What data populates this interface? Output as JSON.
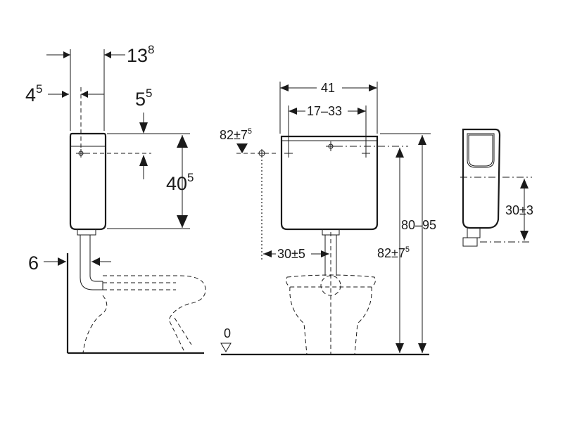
{
  "side_view": {
    "dim_width": {
      "base": "13",
      "sup": "8"
    },
    "dim_wall_offset": {
      "base": "4",
      "sup": "5"
    },
    "dim_inlet": {
      "base": "5",
      "sup": "5"
    },
    "dim_height": {
      "base": "40",
      "sup": "5"
    },
    "dim_pipe": "6"
  },
  "front_view": {
    "dim_width": "41",
    "dim_bracket": "17–33",
    "dim_inlet_height": {
      "base": "82±7",
      "sup": "5"
    },
    "dim_pipe_offset": "30±5",
    "dim_top_height": "80–95",
    "dim_seat_height": {
      "base": "82±7",
      "sup": "5"
    },
    "floor_label": "0"
  },
  "detail_view": {
    "dim_height": "30±3"
  }
}
